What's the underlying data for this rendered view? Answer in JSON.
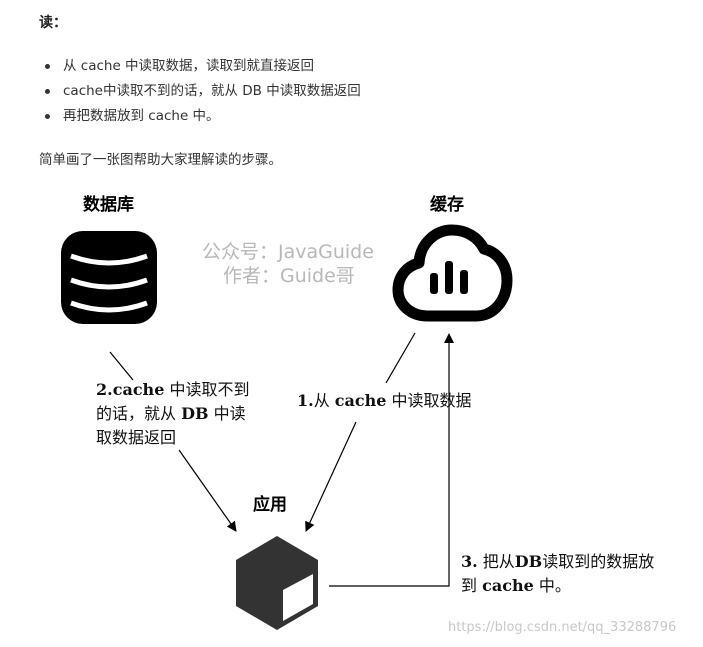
{
  "text": {
    "heading": "读：",
    "bullets": [
      "从 cache 中读取数据，读取到就直接返回",
      "cache中读取不到的话，就从 DB 中读取数据返回",
      "再把数据放到 cache 中。"
    ],
    "caption": "简单画了一张图帮助大家理解读的步骤。"
  },
  "diagram": {
    "nodes": {
      "database": {
        "title": "数据库",
        "icon": "database-icon"
      },
      "cache": {
        "title": "缓存",
        "icon": "cloud-icon"
      },
      "app": {
        "title": "应用",
        "icon": "cube-icon"
      }
    },
    "watermark": {
      "line1": "公众号：JavaGuide",
      "line2": "作者：Guide哥"
    },
    "edges": {
      "step1": {
        "bold": "1.",
        "text1": "从 ",
        "bold2": "cache",
        "text2": " 中读取数据"
      },
      "step2": {
        "line1_bold": "2.cache",
        "line1_text": " 中读取不到",
        "line2_text1": "的话，就从 ",
        "line2_bold": "DB",
        "line2_text2": " 中读",
        "line3_text": "取数据返回"
      },
      "step3": {
        "line1_bold1": "3.",
        "line1_text1": " 把从",
        "line1_bold2": "DB",
        "line1_text2": "读取到的数据放",
        "line2_text1": "到 ",
        "line2_bold": "cache",
        "line2_text2": " 中。"
      }
    }
  },
  "footer_watermark": "https://blog.csdn.net/qq_33288796",
  "colors": {
    "icon": "#000000",
    "cube": "#333333",
    "watermark": "#b8b8b8"
  }
}
